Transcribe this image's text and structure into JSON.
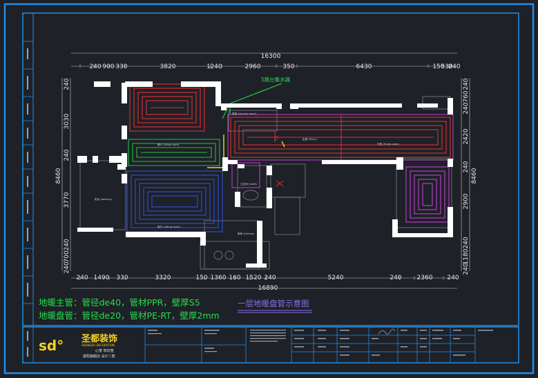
{
  "plan": {
    "dims_top_total": "16300",
    "dims_top": [
      "240",
      "900",
      "330",
      "3820",
      "1",
      "240",
      "2960",
      "350",
      "6430",
      "150",
      "530",
      "240"
    ],
    "dims_bottom_total": "16890",
    "dims_bottom": [
      "240",
      "1490",
      "330",
      "3320",
      "150",
      "1360",
      "160",
      "1520",
      "240",
      "5240",
      "240",
      "2360",
      "240"
    ],
    "dims_left": [
      "240",
      "3030",
      "240",
      "3770",
      "240",
      "700",
      "240"
    ],
    "dims_left_total": "8460",
    "dims_right": [
      "240",
      "760",
      "240",
      "2420",
      "240",
      "2900",
      "240",
      "1180",
      "240"
    ],
    "dims_right_total": "8460",
    "manifold_label": "5路分集水器",
    "rooms": [
      "餐厅 (living room)",
      "楼梯 (laundry room)",
      "走廊 (Porch)",
      "书房 (Study room)",
      "阳台 (balcony)",
      "客厅 (sitting room)",
      "卫生间 (toilet)",
      "厨房 (kitchen)"
    ]
  },
  "notes": {
    "main_pipe": "地暖主管：管径de40，管材PPR，壁厚S5",
    "coil_pipe": "地暖盘管：管径de20，管材PE-RT，壁厚2mm",
    "drawing_title": "一层地暖盘管示意图"
  },
  "titleblock": {
    "logo": "sd°",
    "company": "圣都装饰",
    "company_en": "SHENGDU DECORATION",
    "slogan": "心宽  筑欣宽",
    "branch": "富阳旗舰店  设计二部"
  },
  "colors": {
    "frame": "#1f8fe8",
    "background": "#1e2128",
    "wall": "#ffffff",
    "coil_red": "#e03030",
    "coil_green": "#20c040",
    "coil_blue": "#2f4fe0",
    "coil_magenta": "#c040d0",
    "note_green": "#22e04a",
    "title_purple": "#8a6ee8",
    "logo_yellow": "#f5d21e"
  }
}
